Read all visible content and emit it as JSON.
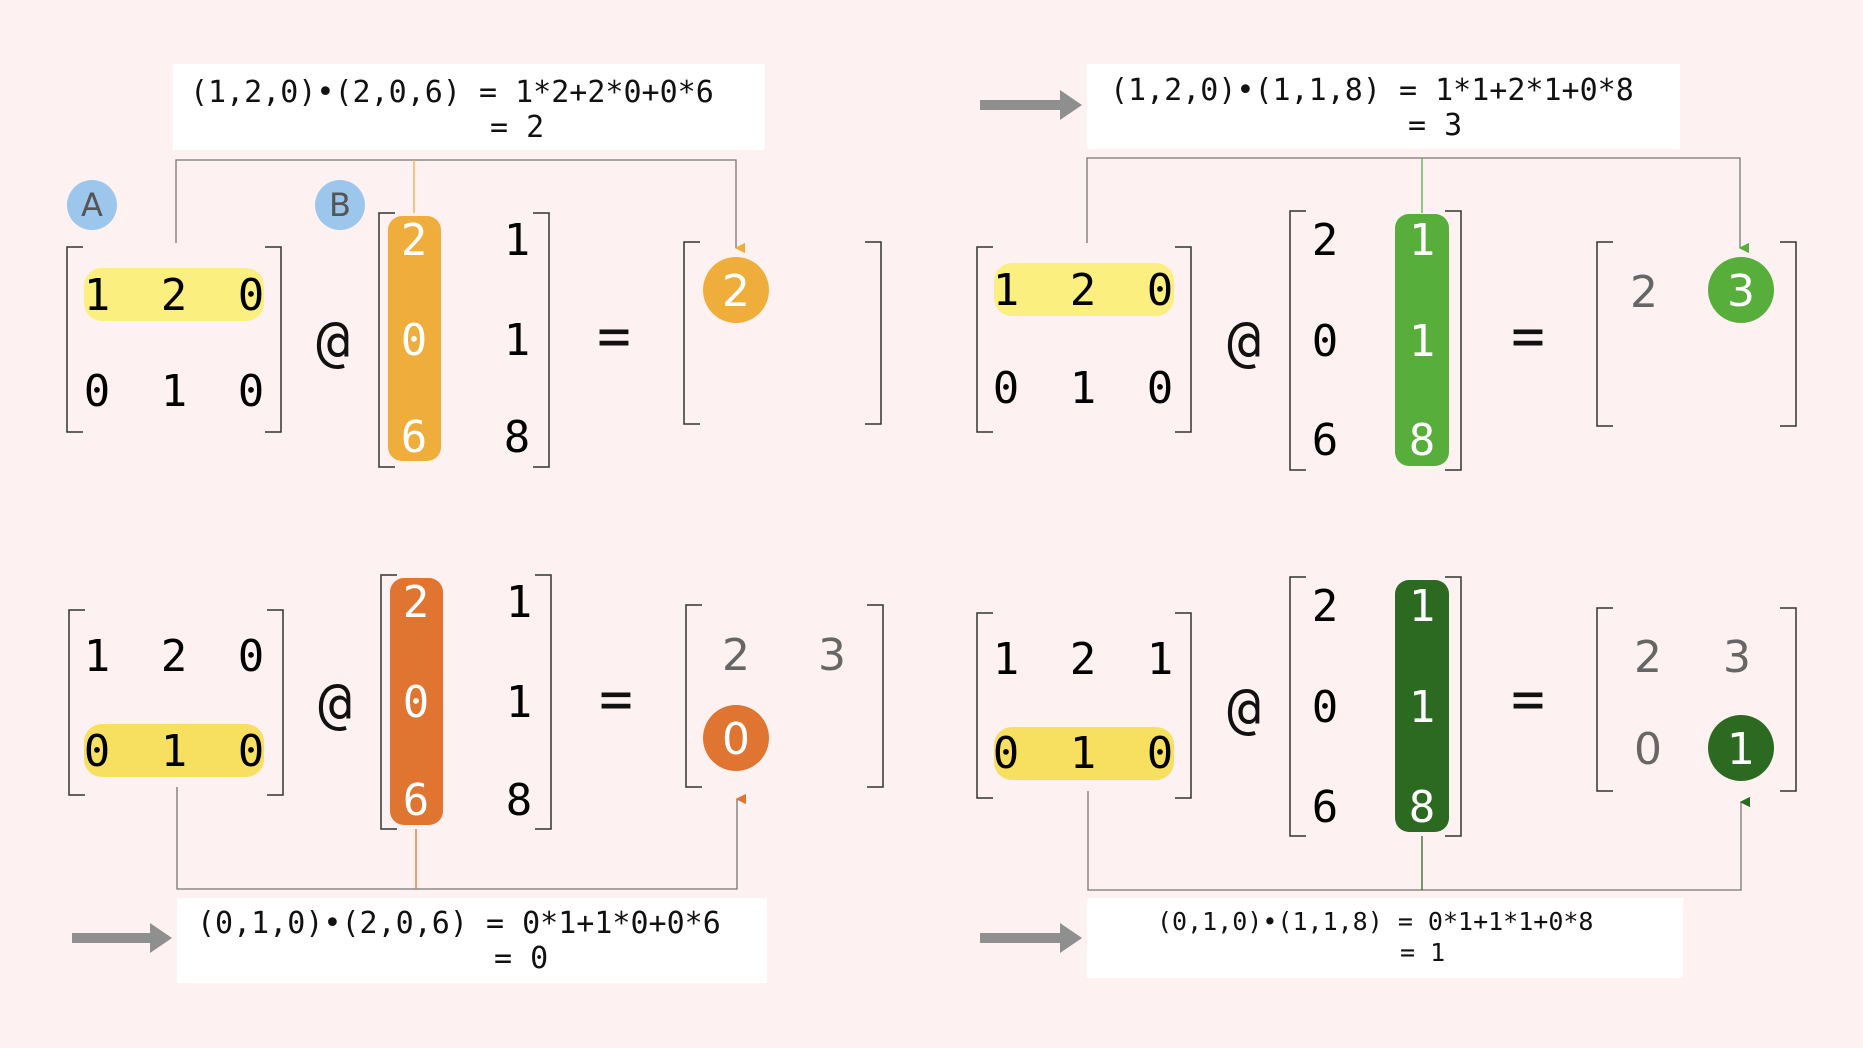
{
  "colors": {
    "background": "#fdf1f1",
    "row_highlight": "#fbef7f",
    "row_highlight_2": "#f7e05f",
    "step1": "#efae3c",
    "step2": "#58ae3a",
    "step3": "#e07531",
    "step4": "#2d6a21",
    "badge": "#9cc6ec",
    "arrow": "#8f8f8f",
    "muted_text": "#666666"
  },
  "labels": {
    "a": "A",
    "b": "B"
  },
  "operators": {
    "matmul": "@",
    "equals": "="
  },
  "panels": [
    {
      "id": "p1",
      "formula_line1": "(1,2,0)•(2,0,6) = 1*2+2*0+0*6",
      "formula_line2": "= 2",
      "A": [
        [
          "1",
          "2",
          "0"
        ],
        [
          "0",
          "1",
          "0"
        ]
      ],
      "B": [
        [
          "2",
          "1"
        ],
        [
          "0",
          "1"
        ],
        [
          "6",
          "8"
        ]
      ],
      "C": [
        [
          "2",
          ""
        ],
        [
          "",
          ""
        ]
      ],
      "highlight_row": 0,
      "highlight_col": 0,
      "active": [
        0,
        0
      ],
      "color": "#efae3c"
    },
    {
      "id": "p2",
      "formula_line1": "(1,2,0)•(1,1,8) = 1*1+2*1+0*8",
      "formula_line2": "= 3",
      "A": [
        [
          "1",
          "2",
          "0"
        ],
        [
          "0",
          "1",
          "0"
        ]
      ],
      "B": [
        [
          "2",
          "1"
        ],
        [
          "0",
          "1"
        ],
        [
          "6",
          "8"
        ]
      ],
      "C": [
        [
          "2",
          "3"
        ],
        [
          "",
          ""
        ]
      ],
      "highlight_row": 0,
      "highlight_col": 1,
      "active": [
        0,
        1
      ],
      "color": "#58ae3a"
    },
    {
      "id": "p3",
      "formula_line1": "(0,1,0)•(2,0,6) = 0*1+1*0+0*6",
      "formula_line2": "= 0",
      "A": [
        [
          "1",
          "2",
          "0"
        ],
        [
          "0",
          "1",
          "0"
        ]
      ],
      "B": [
        [
          "2",
          "1"
        ],
        [
          "0",
          "1"
        ],
        [
          "6",
          "8"
        ]
      ],
      "C": [
        [
          "2",
          "3"
        ],
        [
          "0",
          ""
        ]
      ],
      "highlight_row": 1,
      "highlight_col": 0,
      "active": [
        1,
        0
      ],
      "color": "#e07531"
    },
    {
      "id": "p4",
      "formula_line1": "(0,1,0)•(1,1,8) = 0*1+1*1+0*8",
      "formula_line2": "= 1",
      "A": [
        [
          "1",
          "2",
          "1"
        ],
        [
          "0",
          "1",
          "0"
        ]
      ],
      "B": [
        [
          "2",
          "1"
        ],
        [
          "0",
          "1"
        ],
        [
          "6",
          "8"
        ]
      ],
      "C": [
        [
          "2",
          "3"
        ],
        [
          "0",
          "1"
        ]
      ],
      "highlight_row": 1,
      "highlight_col": 1,
      "active": [
        1,
        1
      ],
      "color": "#2d6a21"
    }
  ]
}
